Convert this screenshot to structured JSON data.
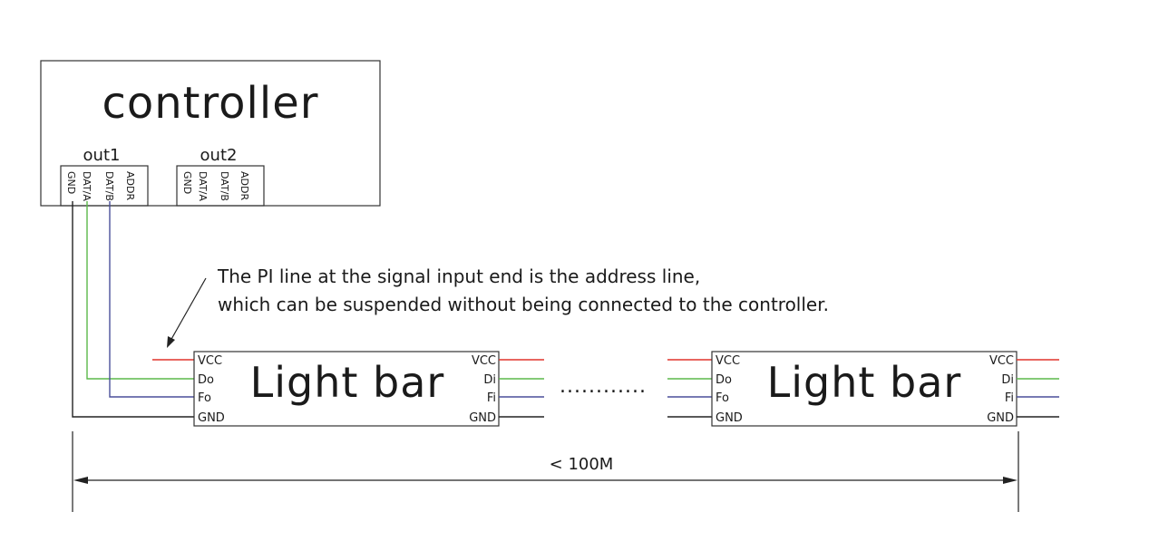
{
  "controller": {
    "title": "controller",
    "outputs": [
      {
        "label": "out1",
        "pins": [
          "GND",
          "DAT/A",
          "DAT/B",
          "ADDR"
        ]
      },
      {
        "label": "out2",
        "pins": [
          "GND",
          "DAT/A",
          "DAT/B",
          "ADDR"
        ]
      }
    ]
  },
  "note": {
    "line1": "The PI line at the signal input end is the address line,",
    "line2": "which can be suspended without being connected to the controller."
  },
  "light_bars": [
    {
      "title": "Light bar",
      "left_ports": [
        "VCC",
        "Do",
        "Fo",
        "GND"
      ],
      "right_ports": [
        "VCC",
        "Di",
        "Fi",
        "GND"
      ]
    },
    {
      "title": "Light bar",
      "left_ports": [
        "VCC",
        "Do",
        "Fo",
        "GND"
      ],
      "right_ports": [
        "VCC",
        "Di",
        "Fi",
        "GND"
      ]
    }
  ],
  "ellipsis": "............",
  "dimension": {
    "label": "< 100M"
  },
  "colors": {
    "vcc": "#e0332b",
    "data_a": "#5cb84a",
    "data_b": "#4a4f9a",
    "gnd": "#222222"
  }
}
